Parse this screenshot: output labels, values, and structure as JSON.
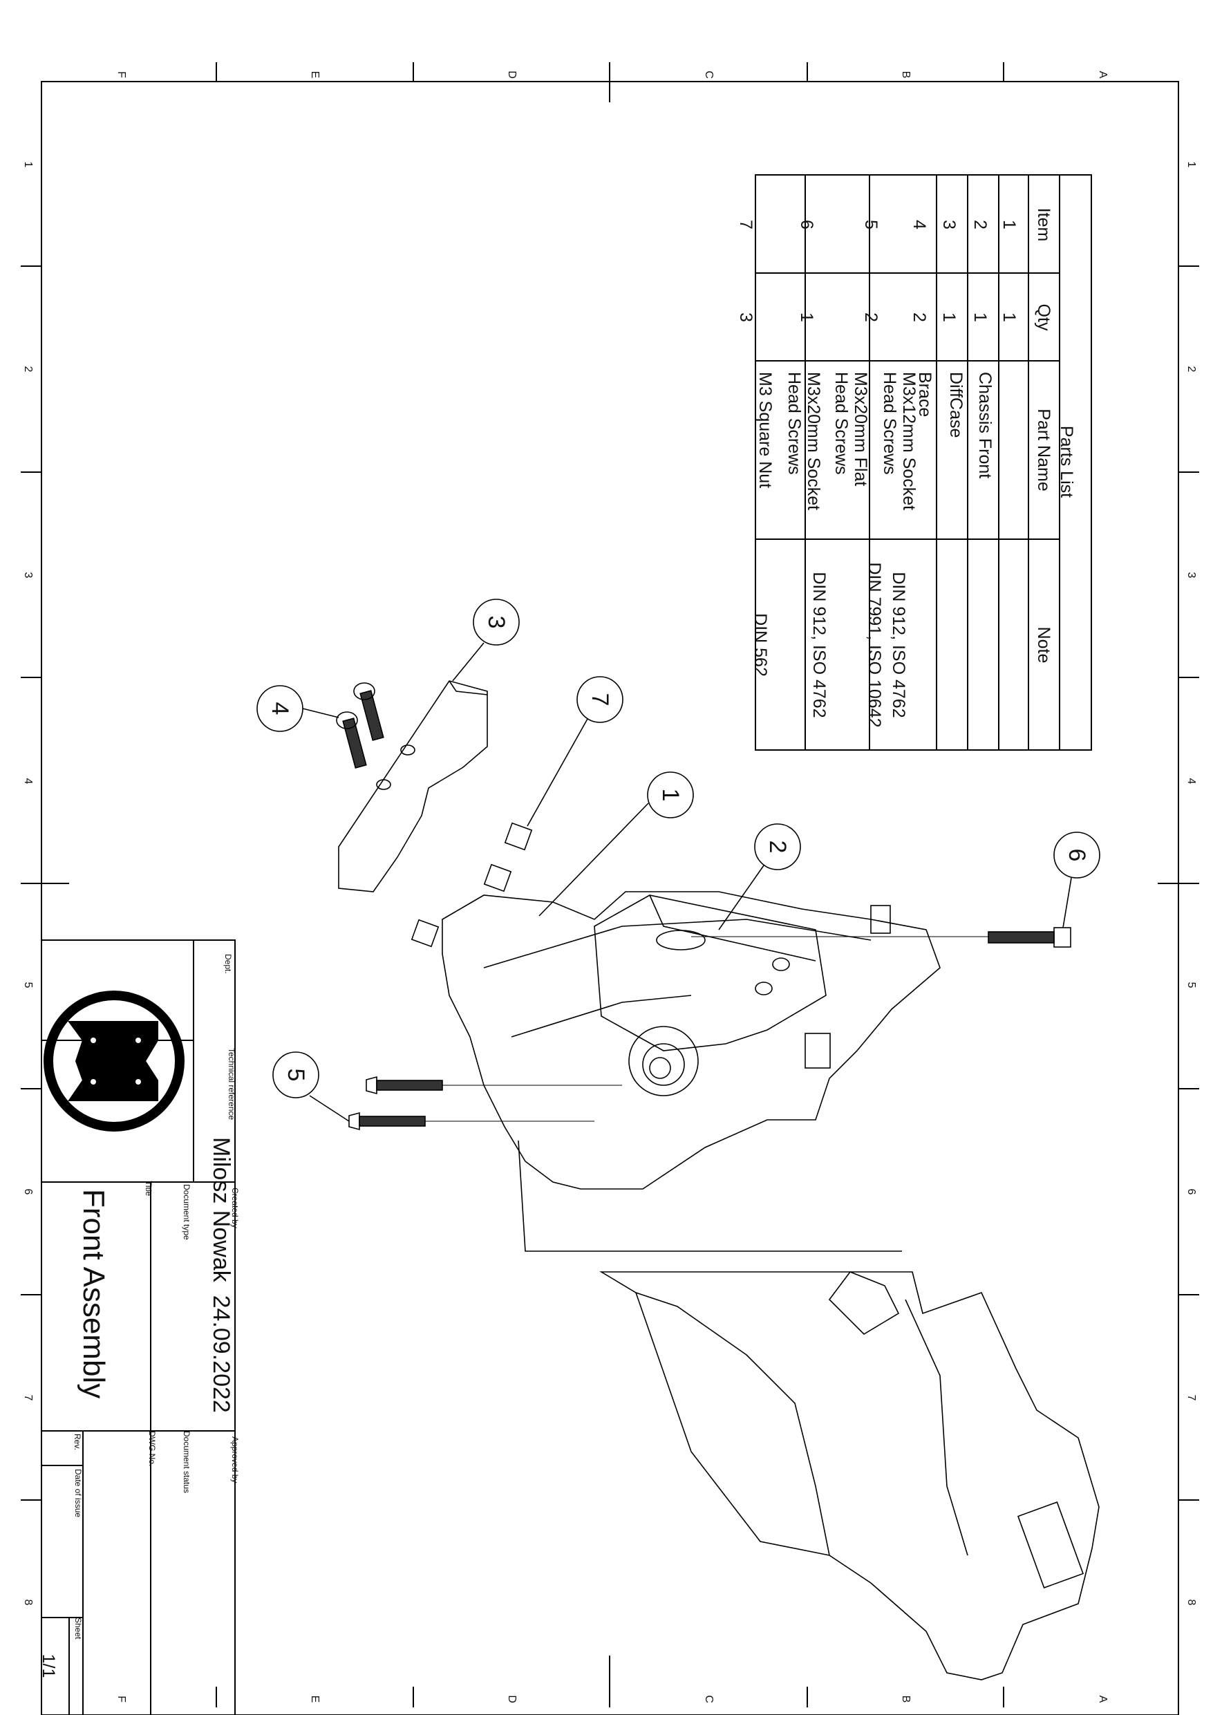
{
  "zones": {
    "top_letters": [
      "F",
      "E",
      "D",
      "C",
      "B",
      "A"
    ],
    "side_numbers": [
      "1",
      "2",
      "3",
      "4",
      "5",
      "6",
      "7",
      "8"
    ]
  },
  "parts_list": {
    "caption": "Parts List",
    "headers": [
      "Item",
      "Qty",
      "Part Name",
      "Note"
    ],
    "rows": [
      {
        "item": "1",
        "qty": "1",
        "name": [
          "Chassis Front"
        ],
        "note": ""
      },
      {
        "item": "2",
        "qty": "1",
        "name": [
          "DiffCase"
        ],
        "note": ""
      },
      {
        "item": "3",
        "qty": "1",
        "name": [
          "Brace"
        ],
        "note": ""
      },
      {
        "item": "4",
        "qty": "2",
        "name": [
          "M3x12mm Socket",
          "Head Screws"
        ],
        "note": "DIN 912, ISO 4762"
      },
      {
        "item": "5",
        "qty": "2",
        "name": [
          "M3x20mm Flat",
          "Head Screws"
        ],
        "note": "DIN 7991, ISO 10642"
      },
      {
        "item": "6",
        "qty": "1",
        "name": [
          "M3x20mm Socket",
          "Head Screws"
        ],
        "note": "DIN 912, ISO 4762"
      },
      {
        "item": "7",
        "qty": "3",
        "name": [
          "M3 Square Nut"
        ],
        "note": "DIN 562"
      }
    ]
  },
  "balloons": [
    "1",
    "2",
    "3",
    "4",
    "5",
    "6",
    "7"
  ],
  "title_block": {
    "dept_label": "Dept.",
    "tech_ref_label": "Technical reference",
    "created_by_label": "Created by",
    "created_by": "Milosz Nowak",
    "date": "24.09.2022",
    "approved_by_label": "Approved by",
    "doc_type_label": "Document type",
    "doc_status_label": "Document status",
    "title_label": "Title",
    "title": "Front Assembly",
    "dwg_no_label": "DWG No.",
    "rev_label": "Rev.",
    "date_of_issue_label": "Date of issue",
    "sheet_label": "Sheet",
    "sheet": "1/1"
  }
}
